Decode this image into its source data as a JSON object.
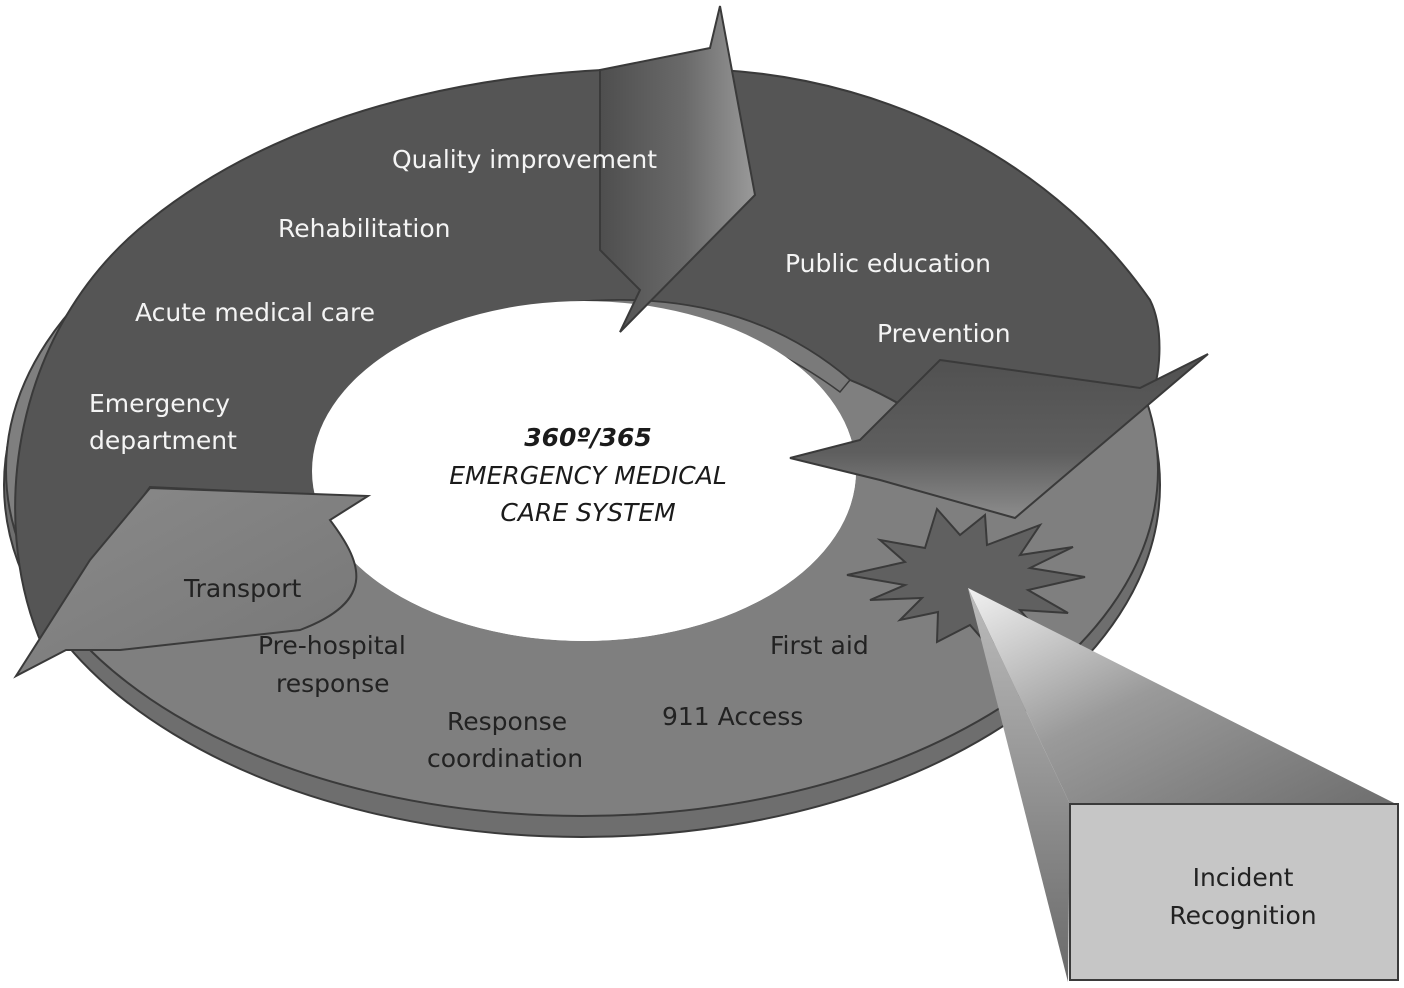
{
  "title": {
    "line1": "360º/365",
    "line2": "EMERGENCY MEDICAL",
    "line3": "CARE SYSTEM"
  },
  "ring": {
    "upper_arc_labels": [
      {
        "id": "quality-improvement",
        "text": "Quality improvement"
      },
      {
        "id": "rehabilitation",
        "text": "Rehabilitation"
      },
      {
        "id": "acute-medical-care",
        "text": "Acute medical care"
      },
      {
        "id": "emergency-department-1",
        "text": "Emergency"
      },
      {
        "id": "emergency-department-2",
        "text": "department"
      },
      {
        "id": "public-education",
        "text": "Public education"
      },
      {
        "id": "prevention",
        "text": "Prevention"
      }
    ],
    "lower_arc_labels": [
      {
        "id": "transport",
        "text": "Transport"
      },
      {
        "id": "pre-hospital-response-1",
        "text": "Pre-hospital"
      },
      {
        "id": "pre-hospital-response-2",
        "text": "response"
      },
      {
        "id": "response-coordination-1",
        "text": "Response"
      },
      {
        "id": "response-coordination-2",
        "text": "coordination"
      },
      {
        "id": "911-access",
        "text": "911 Access"
      },
      {
        "id": "first-aid",
        "text": "First aid"
      }
    ]
  },
  "callout": {
    "line1": "Incident",
    "line2": "Recognition"
  },
  "colors": {
    "dark_segment": "#555555",
    "light_segment": "#7d7d7d",
    "ring_edge": "#6a6a6a",
    "callout_box": "#c6c6c6",
    "outline": "#3a3a3a"
  }
}
